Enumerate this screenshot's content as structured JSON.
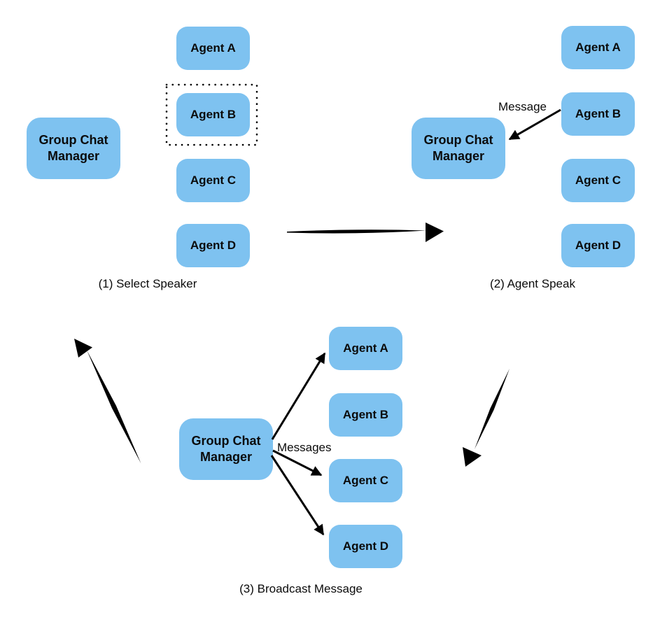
{
  "colors": {
    "box_fill": "#7EC2F0",
    "arrow": "#000000",
    "text": "#0b0b0b"
  },
  "panel1": {
    "caption": "(1) Select Speaker",
    "manager": "Group Chat Manager",
    "agent_a": "Agent A",
    "agent_b": "Agent B",
    "agent_c": "Agent C",
    "agent_d": "Agent D",
    "selected_agent": "Agent B"
  },
  "panel2": {
    "caption": "(2) Agent Speak",
    "manager": "Group Chat Manager",
    "arrow_label": "Message",
    "agent_a": "Agent A",
    "agent_b": "Agent B",
    "agent_c": "Agent C",
    "agent_d": "Agent D"
  },
  "panel3": {
    "caption": "(3) Broadcast Message",
    "manager": "Group Chat Manager",
    "arrow_label": "Messages",
    "agent_a": "Agent A",
    "agent_b": "Agent B",
    "agent_c": "Agent C",
    "agent_d": "Agent D"
  }
}
